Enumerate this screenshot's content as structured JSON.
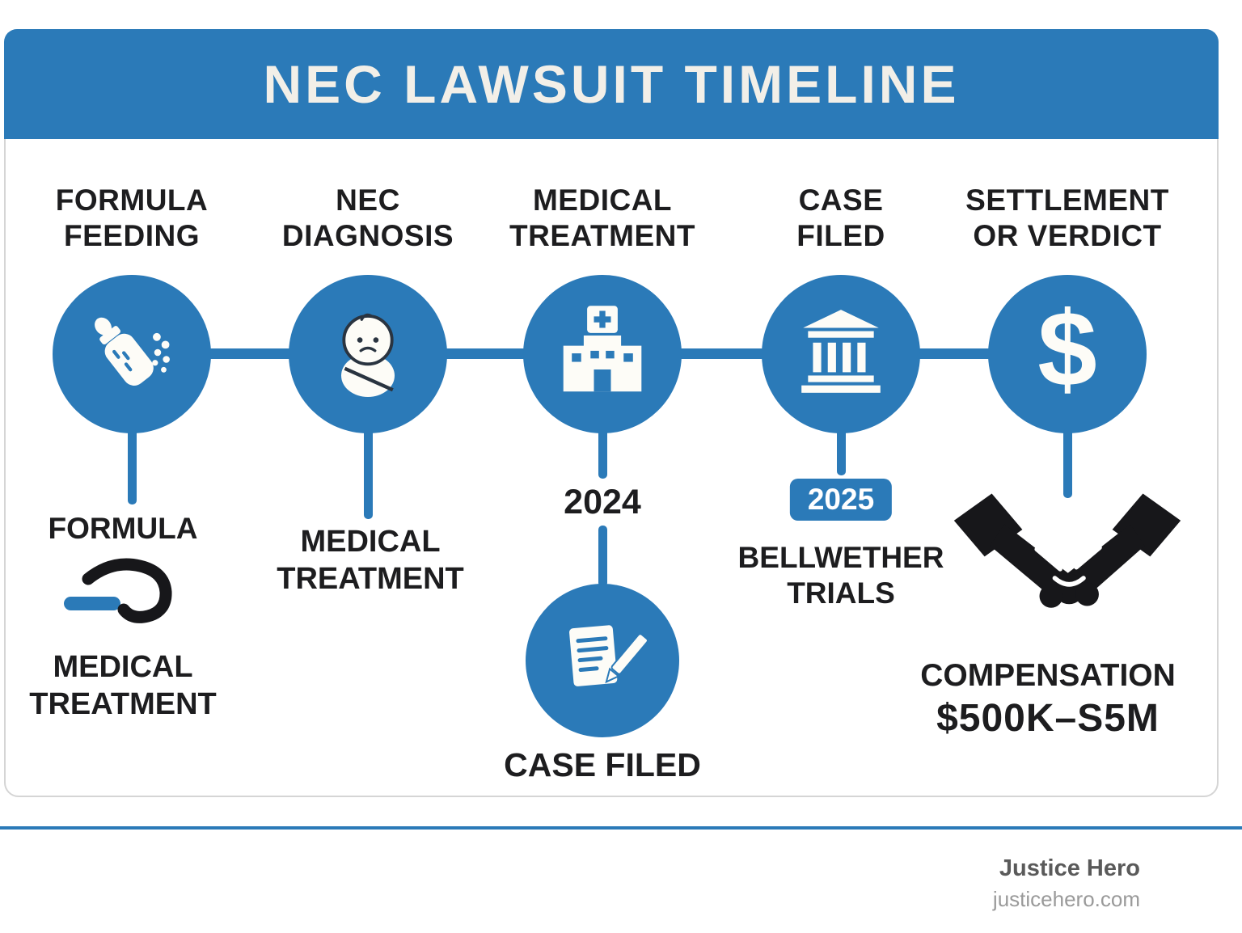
{
  "title": "NEC LAWSUIT TIMELINE",
  "steps": [
    {
      "label": "FORMULA\nFEEDING",
      "icon": "baby-bottle"
    },
    {
      "label": "NEC\nDIAGNOSIS",
      "icon": "baby"
    },
    {
      "label": "MEDICAL\nTREATMENT",
      "icon": "hospital"
    },
    {
      "label": "CASE\nFILED",
      "icon": "courthouse"
    },
    {
      "label": "SETTLEMENT\nOR VERDICT",
      "icon": "dollar-sign",
      "symbol": "$"
    }
  ],
  "annotations": {
    "formula": "FORMULA",
    "medical_treatment_1": "MEDICAL\nTREATMENT",
    "medical_treatment_2": "MEDICAL\nTREATMENT",
    "year_2024": "2024",
    "case_filed": "CASE FILED",
    "year_2025": "2025",
    "bellwether": "BELLWETHER\nTRIALS",
    "compensation_label": "COMPENSATION",
    "compensation_amount": "$500K–S5M"
  },
  "footer": {
    "brand": "Justice Hero",
    "website": "justicehero.com"
  },
  "colors": {
    "primary_blue": "#2b7ab8",
    "text_dark": "#1d1d1f",
    "header_text": "#f2efe8",
    "icon_dark": "#17171a"
  }
}
